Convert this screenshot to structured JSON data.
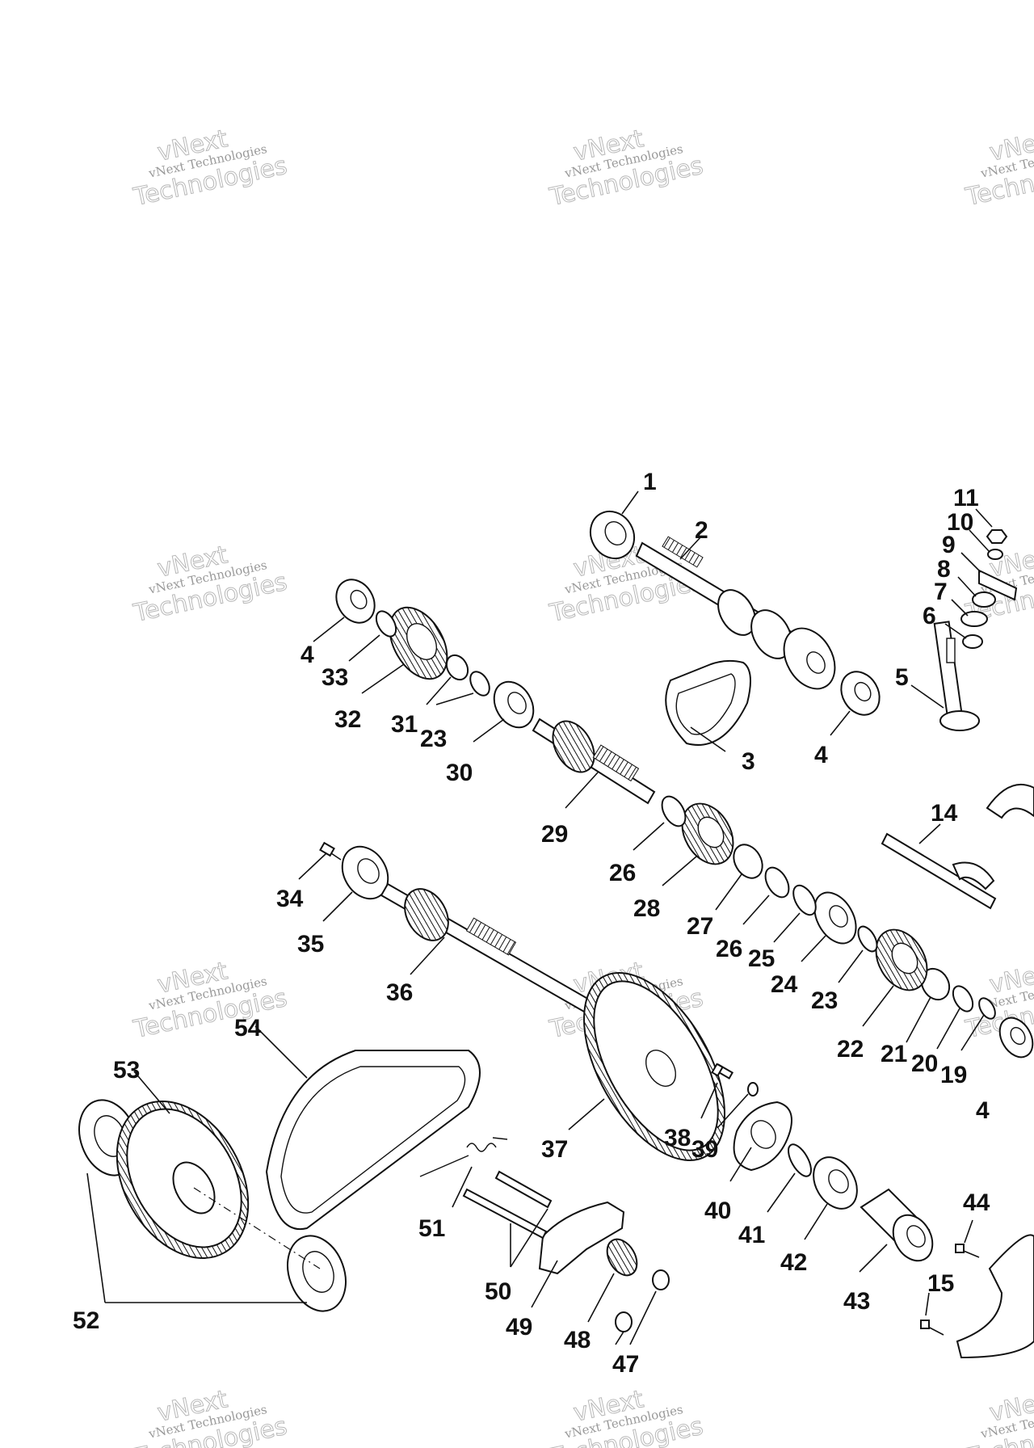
{
  "watermark": {
    "line1": "vNext Technologies",
    "line2": "vNext",
    "line3": "Technologies"
  },
  "callouts": [
    {
      "id": "c1",
      "label": "1"
    },
    {
      "id": "c2",
      "label": "2"
    },
    {
      "id": "c3",
      "label": "3"
    },
    {
      "id": "c4a",
      "label": "4"
    },
    {
      "id": "c4b",
      "label": "4"
    },
    {
      "id": "c4c",
      "label": "4"
    },
    {
      "id": "c5",
      "label": "5"
    },
    {
      "id": "c6",
      "label": "6"
    },
    {
      "id": "c7",
      "label": "7"
    },
    {
      "id": "c8",
      "label": "8"
    },
    {
      "id": "c9",
      "label": "9"
    },
    {
      "id": "c10",
      "label": "10"
    },
    {
      "id": "c11",
      "label": "11"
    },
    {
      "id": "c14",
      "label": "14"
    },
    {
      "id": "c15",
      "label": "15"
    },
    {
      "id": "c19",
      "label": "19"
    },
    {
      "id": "c20",
      "label": "20"
    },
    {
      "id": "c21",
      "label": "21"
    },
    {
      "id": "c22",
      "label": "22"
    },
    {
      "id": "c23a",
      "label": "23"
    },
    {
      "id": "c23b",
      "label": "23"
    },
    {
      "id": "c24",
      "label": "24"
    },
    {
      "id": "c25",
      "label": "25"
    },
    {
      "id": "c26a",
      "label": "26"
    },
    {
      "id": "c26b",
      "label": "26"
    },
    {
      "id": "c27",
      "label": "27"
    },
    {
      "id": "c28",
      "label": "28"
    },
    {
      "id": "c29",
      "label": "29"
    },
    {
      "id": "c30",
      "label": "30"
    },
    {
      "id": "c31",
      "label": "31"
    },
    {
      "id": "c32",
      "label": "32"
    },
    {
      "id": "c33",
      "label": "33"
    },
    {
      "id": "c34",
      "label": "34"
    },
    {
      "id": "c35",
      "label": "35"
    },
    {
      "id": "c36",
      "label": "36"
    },
    {
      "id": "c37",
      "label": "37"
    },
    {
      "id": "c38",
      "label": "38"
    },
    {
      "id": "c39",
      "label": "39"
    },
    {
      "id": "c40",
      "label": "40"
    },
    {
      "id": "c41",
      "label": "41"
    },
    {
      "id": "c42",
      "label": "42"
    },
    {
      "id": "c43",
      "label": "43"
    },
    {
      "id": "c44",
      "label": "44"
    },
    {
      "id": "c47",
      "label": "47"
    },
    {
      "id": "c48",
      "label": "48"
    },
    {
      "id": "c49",
      "label": "49"
    },
    {
      "id": "c50",
      "label": "50"
    },
    {
      "id": "c51",
      "label": "51"
    },
    {
      "id": "c52",
      "label": "52"
    },
    {
      "id": "c53",
      "label": "53"
    },
    {
      "id": "c54",
      "label": "54"
    }
  ]
}
